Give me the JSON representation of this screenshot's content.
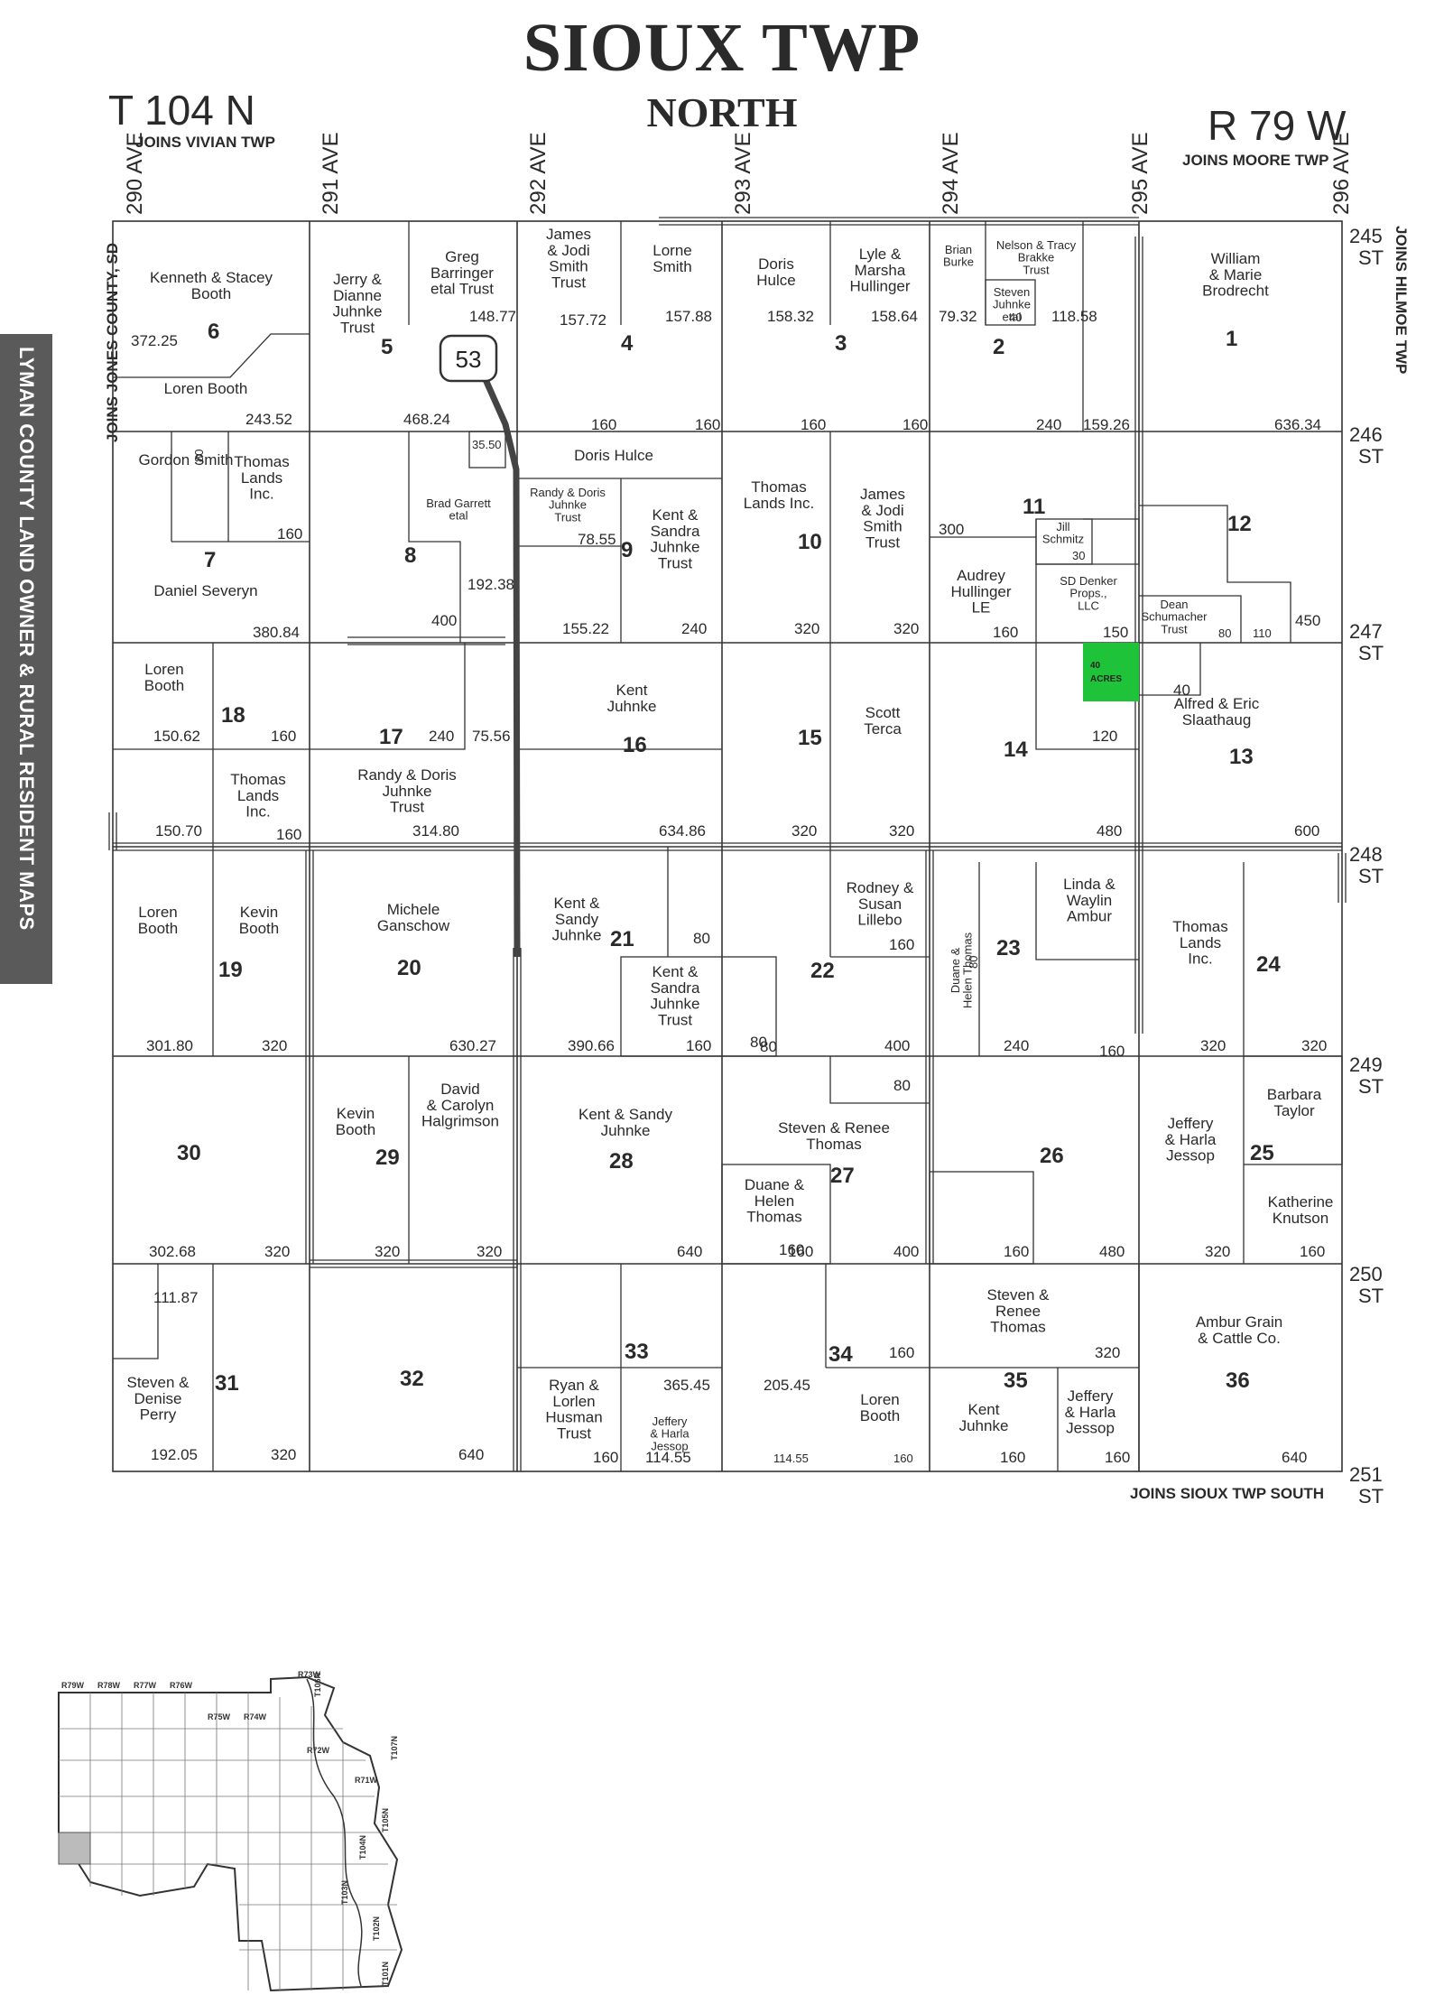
{
  "header": {
    "title": "SIOUX TWP",
    "subtitle": "NORTH",
    "township": "T 104 N",
    "range": "R 79 W",
    "joins_north": "JOINS VIVIAN TWP",
    "joins_east_top": "JOINS MOORE TWP",
    "joins_west": "JOINS JONES COUNTY, SD",
    "joins_east": "JOINS HILMOE TWP",
    "joins_south": "JOINS SIOUX TWP SOUTH",
    "sidebar": "LYMAN COUNTY LAND OWNER & RURAL RESIDENT MAPS"
  },
  "avenues": [
    {
      "num": "290",
      "ave": "AVE"
    },
    {
      "num": "291",
      "ave": "AVE"
    },
    {
      "num": "292",
      "ave": "AVE"
    },
    {
      "num": "293",
      "ave": "AVE"
    },
    {
      "num": "294",
      "ave": "AVE"
    },
    {
      "num": "295",
      "ave": "AVE"
    },
    {
      "num": "296",
      "ave": "AVE"
    }
  ],
  "streets": [
    {
      "num": "245",
      "st": "ST"
    },
    {
      "num": "246",
      "st": "ST"
    },
    {
      "num": "247",
      "st": "ST"
    },
    {
      "num": "248",
      "st": "ST"
    },
    {
      "num": "249",
      "st": "ST"
    },
    {
      "num": "250",
      "st": "ST"
    },
    {
      "num": "251",
      "st": "ST"
    }
  ],
  "highway": "53",
  "highlight": {
    "label": "40\nACRES",
    "color": "#1fc33a"
  },
  "sections": [
    "1",
    "2",
    "3",
    "4",
    "5",
    "6",
    "7",
    "8",
    "9",
    "10",
    "11",
    "12",
    "13",
    "14",
    "15",
    "16",
    "17",
    "18",
    "19",
    "20",
    "21",
    "22",
    "23",
    "24",
    "25",
    "26",
    "27",
    "28",
    "29",
    "30",
    "31",
    "32",
    "33",
    "34",
    "35",
    "36"
  ],
  "owners": [
    "Kenneth & Stacey\nBooth",
    "Loren Booth",
    "Jerry &\nDianne\nJuhnke\nTrust",
    "Greg\nBarringer\netal Trust",
    "James\n& Jodi\nSmith\nTrust",
    "Lorne\nSmith",
    "Doris\nHulce",
    "Lyle &\nMarsha\nHullinger",
    "Brian\nBurke",
    "Nelson & Tracy\nBrakke\nTrust",
    "Steven\nJuhnke\netal",
    "William\n& Marie\nBrodrecht",
    "Gordon Smith",
    "Thomas\nLands\nInc.",
    "Daniel Severyn",
    "Brad Garrett\netal",
    "Doris Hulce",
    "Randy & Doris\nJuhnke\nTrust",
    "Kent &\nSandra\nJuhnke\nTrust",
    "Thomas\nLands Inc.",
    "James\n& Jodi\nSmith\nTrust",
    "Jill\nSchmitz",
    "Audrey\nHullinger\nLE",
    "SD Denker\nProps.,\nLLC",
    "Dean\nSchumacher\nTrust",
    "Loren\nBooth",
    "Thomas\nLands\nInc.",
    "Randy & Doris\nJuhnke\nTrust",
    "Kent\nJuhnke",
    "Scott\nTerca",
    "Alfred & Eric\nSlaathaug",
    "Loren\nBooth",
    "Kevin\nBooth",
    "Michele\nGanschow",
    "Kent &\nSandy\nJuhnke",
    "Kent &\nSandra\nJuhnke\nTrust",
    "Rodney &\nSusan\nLillebo",
    "Duane &\nHelen Thomas",
    "Linda &\nWaylin\nAmbur",
    "Thomas\nLands\nInc.",
    "Kevin\nBooth",
    "David\n& Carolyn\nHalgrimson",
    "Kent & Sandy\nJuhnke",
    "Steven & Renee\nThomas",
    "Duane &\nHelen\nThomas",
    "Jeffery\n& Harla\nJessop",
    "Barbara\nTaylor",
    "Katherine\nKnutson",
    "Steven &\nDenise\nPerry",
    "Ryan &\nLorlen\nHusman\nTrust",
    "Jeffery\n& Harla\nJessop",
    "Loren\nBooth",
    "Steven &\nRenee\nThomas",
    "Kent\nJuhnke",
    "Jeffery\n& Harla\nJessop",
    "Ambur Grain\n& Cattle Co."
  ],
  "acreages": [
    "372.25",
    "243.52",
    "468.24",
    "148.77",
    "157.72",
    "157.88",
    "158.32",
    "158.64",
    "79.32",
    "40",
    "118.58",
    "636.34",
    "160",
    "160",
    "160",
    "160",
    "240",
    "159.26",
    "35.50",
    "80",
    "160",
    "78.55",
    "192.38",
    "400",
    "155.22",
    "240",
    "320",
    "320",
    "300",
    "30",
    "160",
    "150",
    "80",
    "110",
    "450",
    "380.84",
    "150.62",
    "160",
    "240",
    "75.56",
    "40",
    "120",
    "150.70",
    "160",
    "314.80",
    "634.86",
    "320",
    "320",
    "480",
    "600",
    "80",
    "80",
    "160",
    "80",
    "301.80",
    "320",
    "630.27",
    "390.66",
    "160",
    "80",
    "400",
    "240",
    "160",
    "320",
    "320",
    "80",
    "160",
    "302.68",
    "320",
    "320",
    "320",
    "640",
    "160",
    "400",
    "160",
    "480",
    "320",
    "160",
    "111.87",
    "365.45",
    "205.45",
    "160",
    "320",
    "192.05",
    "320",
    "640",
    "160",
    "114.55",
    "114.55",
    "160",
    "160",
    "160",
    "640"
  ],
  "inset": {
    "ranges": [
      "R79W",
      "R78W",
      "R77W",
      "R76W",
      "R75W",
      "R74W",
      "R73W",
      "R72W",
      "R71W"
    ],
    "townships": [
      "T106N",
      "T107N",
      "T105N",
      "T104N",
      "T103N",
      "T102N",
      "T101N"
    ]
  }
}
